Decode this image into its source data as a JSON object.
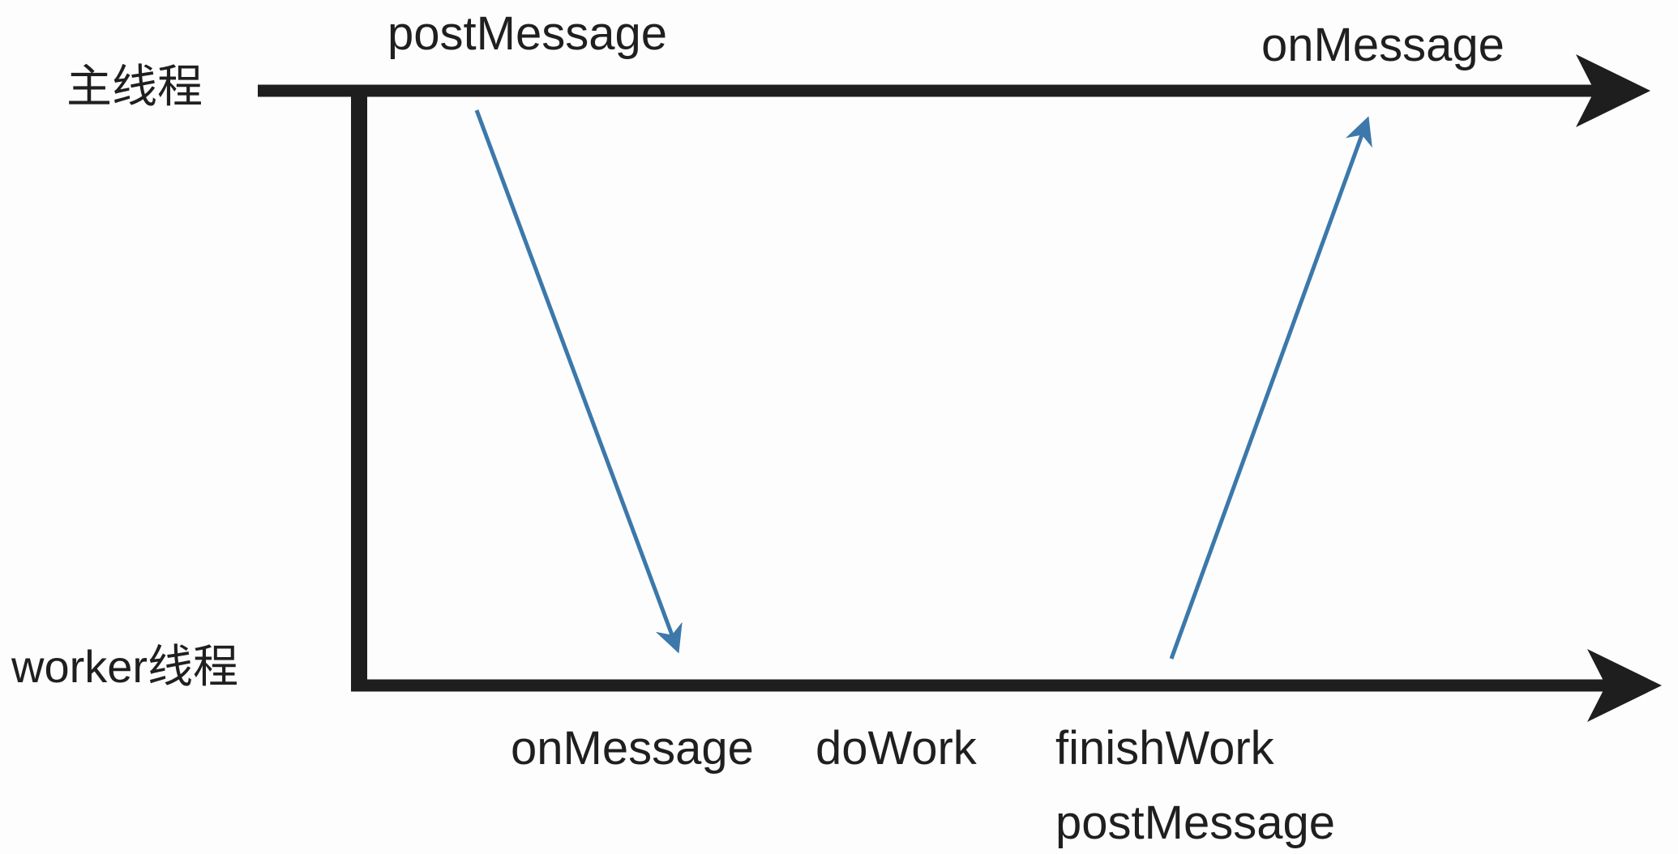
{
  "colors": {
    "bg": "#fdfdfd",
    "line": "#1e1e1e",
    "text": "#1f1f1f",
    "accent": "#3c78aa"
  },
  "labels": {
    "main_thread": "主线程",
    "worker_thread": "worker线程",
    "post_message_top": "postMessage",
    "on_message_top": "onMessage",
    "on_message_bottom": "onMessage",
    "do_work": "doWork",
    "finish_work": "finishWork",
    "post_message_bottom": "postMessage"
  }
}
